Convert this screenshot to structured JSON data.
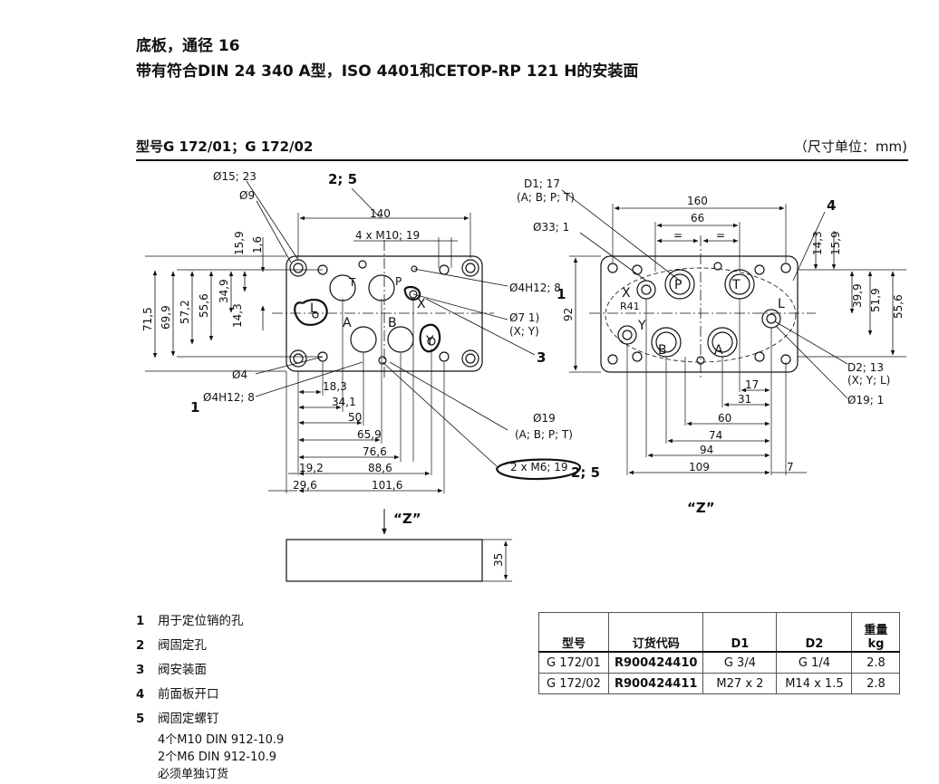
{
  "header": {
    "title_line1": "底板，通径 16",
    "title_line2": "带有符合DIN 24 340 A型，ISO 4401和CETOP-RP 121 H的安装面",
    "model_line": "型号G 172/01；G 172/02",
    "unit_note": "（尺寸单位：mm)"
  },
  "left_view": {
    "ports": [
      "T",
      "P",
      "X",
      "A",
      "B",
      "Y",
      "L"
    ],
    "labels": {
      "d15": "Ø15; 23",
      "d9": "Ø9",
      "ref25": "2; 5",
      "w140": "140",
      "m10": "4 x M10; 19",
      "d4h8": "Ø4H12; 8",
      "ref1a": "1",
      "d7": "Ø7 1)",
      "xy": "(X; Y)",
      "ref3": "3",
      "d4": "Ø4",
      "ref1b": "1",
      "d4h8b": "Ø4H12; 8",
      "d19": "Ø19",
      "abpt": "(A; B; P; T)",
      "m6": "2 x M6; 19",
      "ref25b": "2; 5"
    },
    "v_dims": [
      "71,5",
      "69,9",
      "57,2",
      "55,6",
      "34,9",
      "14,3",
      "15,9",
      "1,6"
    ],
    "h_dims": [
      "18,3",
      "34,1",
      "50",
      "65,9",
      "76,6",
      "88,6",
      "101,6",
      "19,2",
      "29,6"
    ]
  },
  "right_view": {
    "ports": [
      "X",
      "P",
      "T",
      "R41",
      "Y",
      "B",
      "A",
      "L"
    ],
    "labels": {
      "d1": "D1; 17",
      "abpt": "(A; B; P; T)",
      "d33": "Ø33; 1",
      "w160": "160",
      "w66": "66",
      "eq": "=",
      "ref4": "4",
      "h92": "92",
      "d2": "D2; 13",
      "xyl": "(X; Y; L)",
      "d19": "Ø19; 1"
    },
    "v_dims": [
      "14,3",
      "15,9",
      "39,9",
      "51,9",
      "55,6"
    ],
    "h_dims": [
      "17",
      "31",
      "60",
      "74",
      "94",
      "109",
      "7"
    ]
  },
  "view_z": {
    "label": "“Z”",
    "height": "35"
  },
  "notes": [
    {
      "num": "1",
      "text": "用于定位销的孔"
    },
    {
      "num": "2",
      "text": "阀固定孔"
    },
    {
      "num": "3",
      "text": "阀安装面"
    },
    {
      "num": "4",
      "text": "前面板开口"
    },
    {
      "num": "5",
      "text": "阀固定螺钉"
    }
  ],
  "note5_lines": [
    "4个M10 DIN 912-10.9",
    "2个M6 DIN 912-10.9",
    "必须单独订货"
  ],
  "table": {
    "headers": [
      "型号",
      "订货代码",
      "D1",
      "D2",
      "重量"
    ],
    "weight_unit": "kg",
    "rows": [
      [
        "G 172/01",
        "R900424410",
        "G 3/4",
        "G 1/4",
        "2.8"
      ],
      [
        "G 172/02",
        "R900424411",
        "M27 x 2",
        "M14 x 1.5",
        "2.8"
      ]
    ]
  }
}
